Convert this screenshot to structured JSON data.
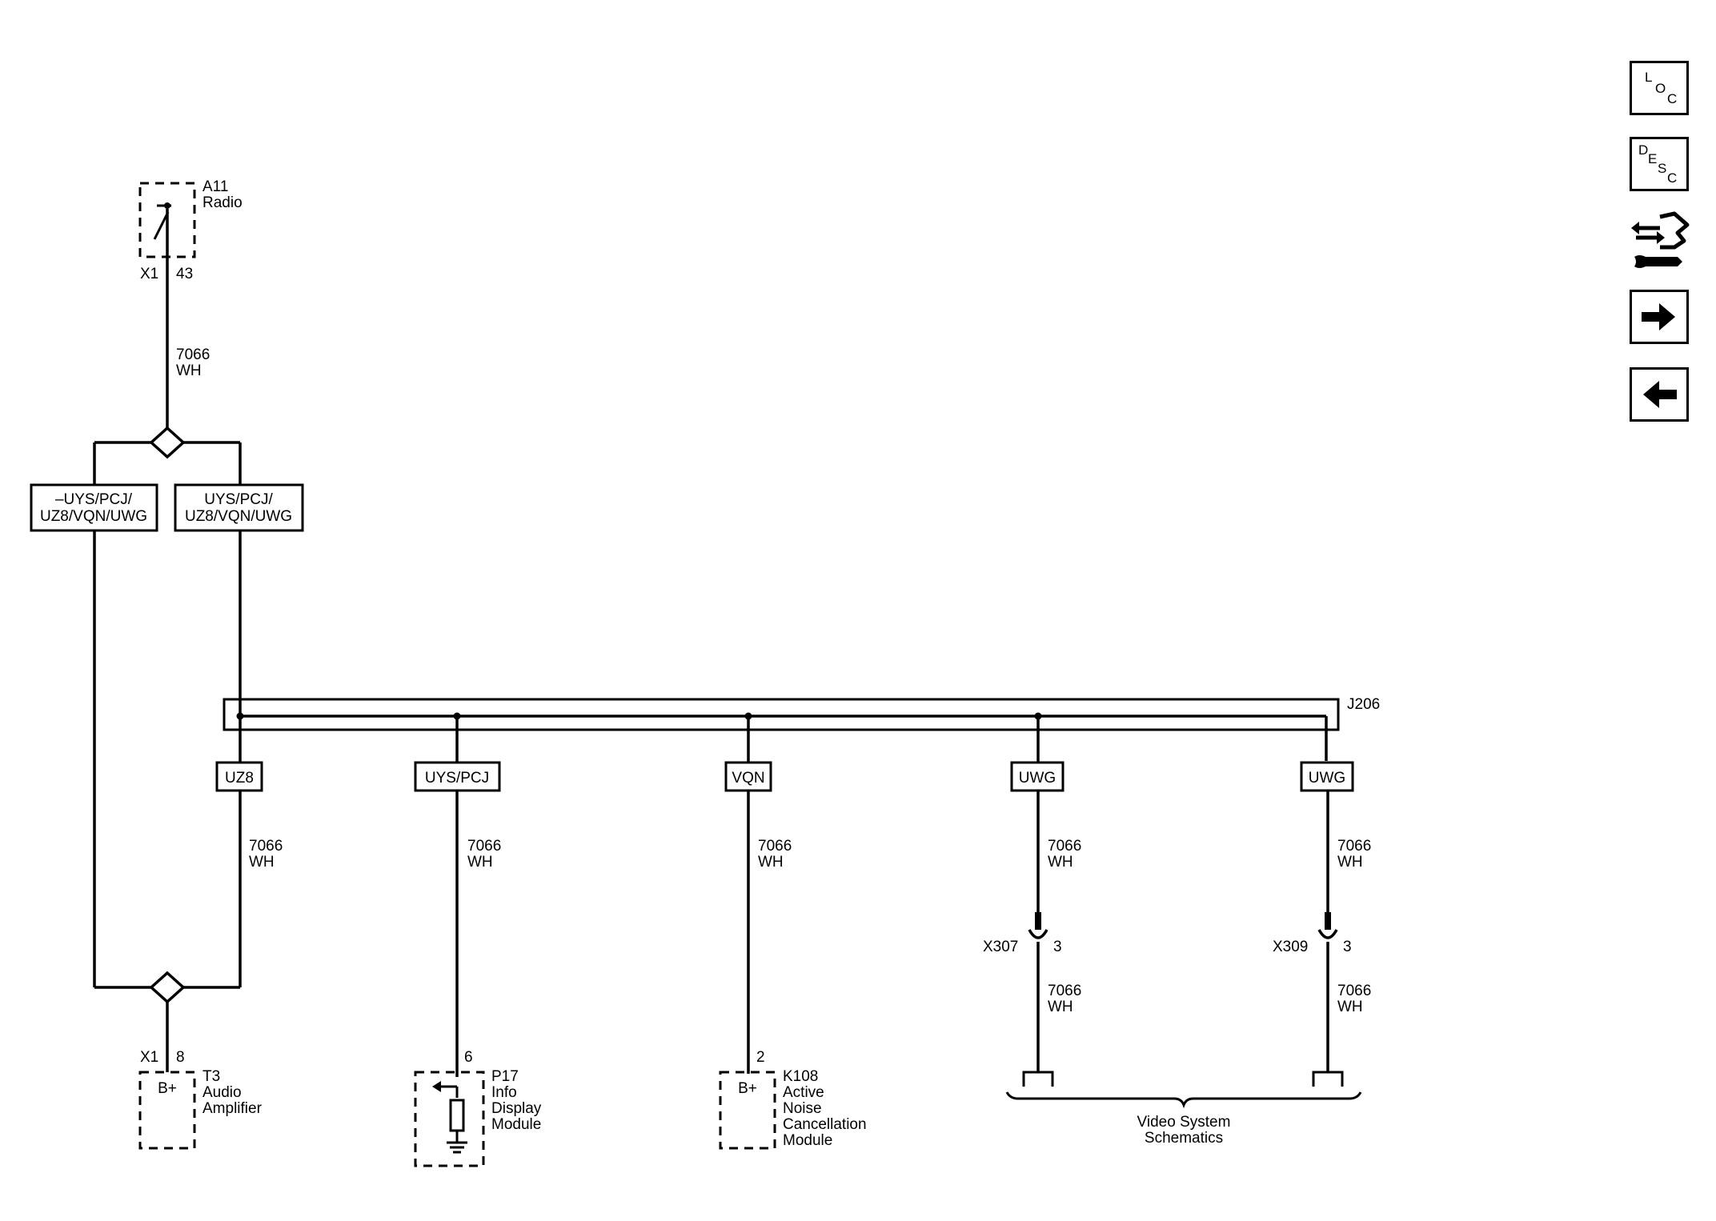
{
  "nav": {
    "loc": [
      "L",
      "O",
      "C"
    ],
    "desc": [
      "D",
      "E",
      "S",
      "C"
    ],
    "connector_icon": "connector-wrench-icon",
    "next_icon": "right-arrow-icon",
    "prev_icon": "left-arrow-icon"
  },
  "radio": {
    "id": "A11",
    "name": "Radio",
    "connector": "X1",
    "pin": "43"
  },
  "wire_top": {
    "circuit": "7066",
    "color": "WH"
  },
  "option_left": {
    "line1": "–UYS/PCJ/",
    "line2": "UZ8/VQN/UWG"
  },
  "option_right": {
    "line1": "UYS/PCJ/",
    "line2": "UZ8/VQN/UWG"
  },
  "splice": "J206",
  "branches": [
    {
      "tag": "UZ8",
      "circuit": "7066",
      "color": "WH"
    },
    {
      "tag": "UYS/PCJ",
      "circuit": "7066",
      "color": "WH"
    },
    {
      "tag": "VQN",
      "circuit": "7066",
      "color": "WH"
    },
    {
      "tag": "UWG",
      "circuit": "7066",
      "color": "WH",
      "connector": "X307",
      "pin": "3",
      "circuit2": "7066",
      "color2": "WH"
    },
    {
      "tag": "UWG",
      "circuit": "7066",
      "color": "WH",
      "connector": "X309",
      "pin": "3",
      "circuit2": "7066",
      "color2": "WH"
    }
  ],
  "amplifier": {
    "connector": "X1",
    "pin": "8",
    "inside": "B+",
    "id": "T3",
    "name_line1": "Audio",
    "name_line2": "Amplifier"
  },
  "display": {
    "pin": "6",
    "id": "P17",
    "name_line1": "Info",
    "name_line2": "Display",
    "name_line3": "Module"
  },
  "anc": {
    "pin": "2",
    "inside": "B+",
    "id": "K108",
    "name_line1": "Active",
    "name_line2": "Noise",
    "name_line3": "Cancellation",
    "name_line4": "Module"
  },
  "video": {
    "line1": "Video System",
    "line2": "Schematics"
  }
}
